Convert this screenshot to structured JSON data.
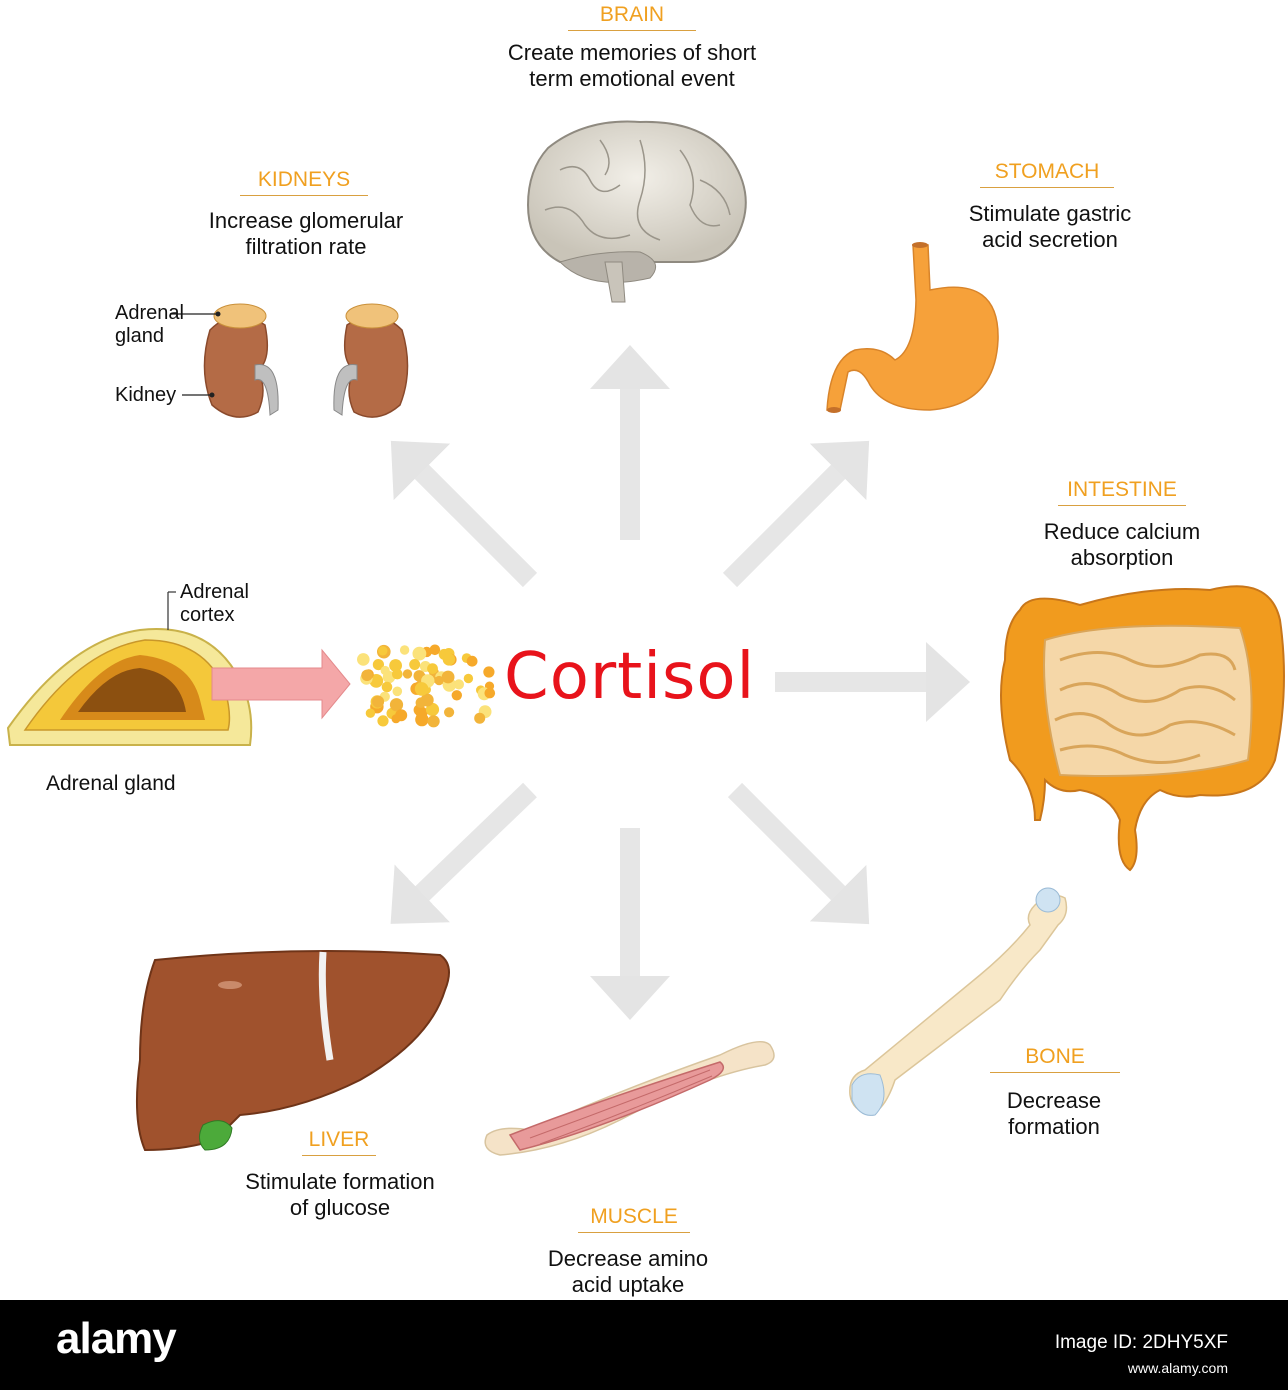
{
  "center": {
    "label": "Cortisol"
  },
  "adrenal": {
    "cortex_label": "Adrenal\ncortex",
    "gland_caption": "Adrenal gland"
  },
  "kidneys": {
    "title": "KIDNEYS",
    "effect": "Increase glomerular\nfiltration rate",
    "label_adrenal_gland": "Adrenal\ngland",
    "label_kidney": "Kidney"
  },
  "brain": {
    "title": "BRAIN",
    "effect": "Create memories of short\nterm emotional event"
  },
  "stomach": {
    "title": "STOMACH",
    "effect": "Stimulate gastric\nacid secretion"
  },
  "intestine": {
    "title": "INTESTINE",
    "effect": "Reduce calcium\nabsorption"
  },
  "liver": {
    "title": "LIVER",
    "effect": "Stimulate formation\nof glucose"
  },
  "muscle": {
    "title": "MUSCLE",
    "effect": "Decrease amino\nacid uptake"
  },
  "bone": {
    "title": "BONE",
    "effect": "Decrease\nformation"
  },
  "footer": {
    "logo": "alamy",
    "image_id": "Image ID: 2DHY5XF",
    "url": "www.alamy.com"
  },
  "colors": {
    "title_orange": "#f0a020",
    "cortisol_red": "#e8131b",
    "arrow_gray": "#e6e6e6"
  }
}
